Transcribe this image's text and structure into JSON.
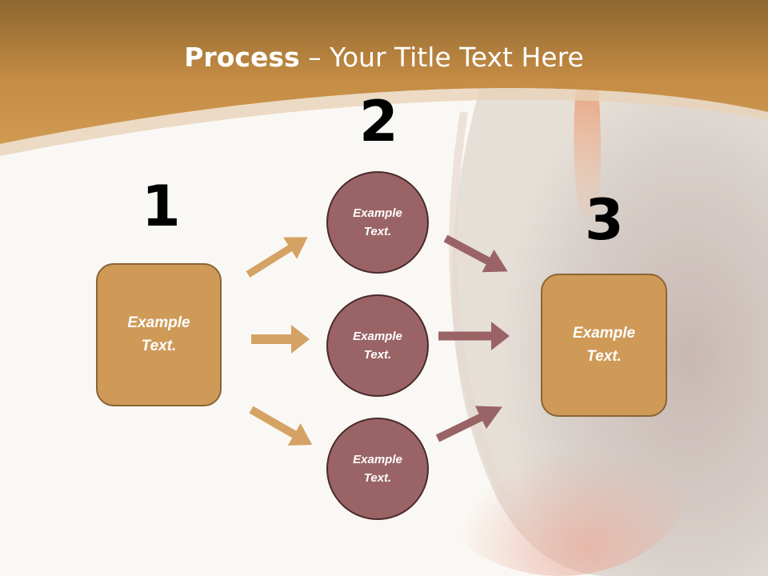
{
  "title": {
    "bold": "Process",
    "rest": " – Your Title Text Here"
  },
  "steps": {
    "one": {
      "number": "1",
      "text": "Example\nText."
    },
    "two": {
      "number": "2",
      "items": [
        {
          "text": "Example\nText."
        },
        {
          "text": "Example\nText."
        },
        {
          "text": "Example\nText."
        }
      ]
    },
    "three": {
      "number": "3",
      "text": "Example\nText."
    }
  },
  "colors": {
    "header": "#c99449",
    "box_fill": "#cf9a58",
    "circle_fill": "#9a6466",
    "arrow_left": "#d4a263",
    "arrow_right": "#9a6466"
  }
}
